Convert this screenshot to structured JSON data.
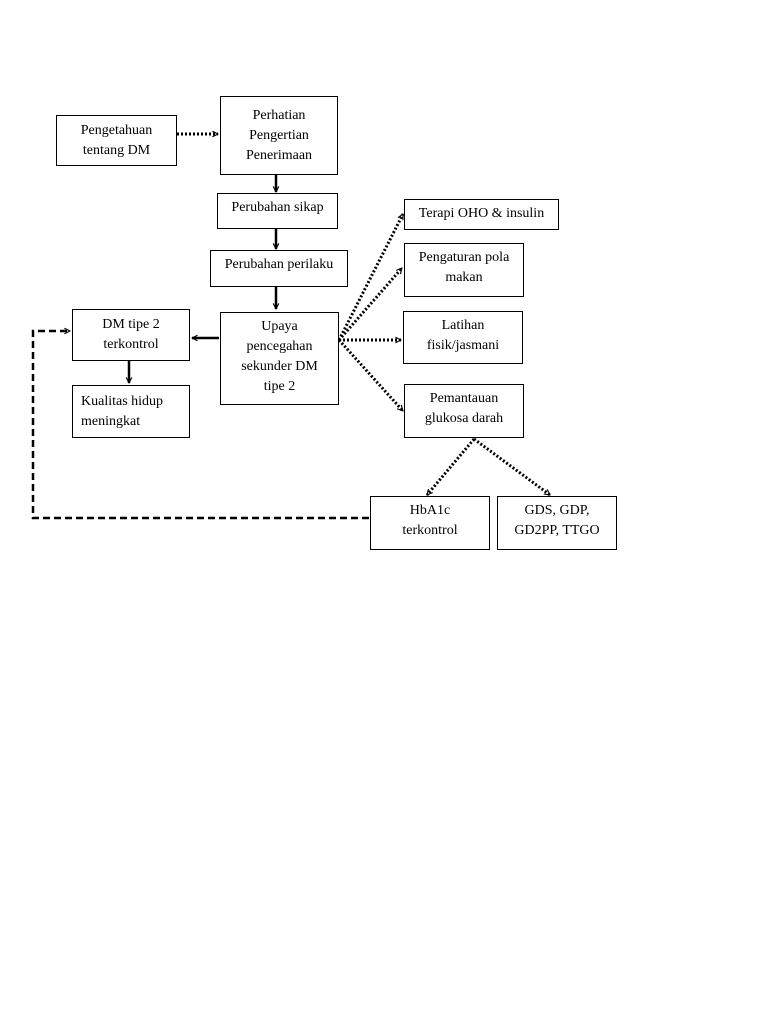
{
  "nodes": {
    "pengetahuan": [
      "Pengetahuan",
      "tentang DM"
    ],
    "perhatian": [
      "Perhatian",
      "Pengertian",
      "Penerimaan"
    ],
    "sikap": [
      "Perubahan sikap"
    ],
    "perilaku": [
      "Perubahan perilaku"
    ],
    "upaya": [
      "Upaya",
      "pencegahan",
      "sekunder DM",
      "tipe 2"
    ],
    "dm_terkontrol": [
      "DM tipe 2",
      "terkontrol"
    ],
    "kualitas": [
      "Kualitas hidup",
      "meningkat"
    ],
    "terapi": [
      "Terapi OHO & insulin"
    ],
    "pola_makan": [
      "Pengaturan pola",
      "makan"
    ],
    "latihan": [
      "Latihan",
      "fisik/jasmani"
    ],
    "pemantauan": [
      "Pemantauan",
      "glukosa darah"
    ],
    "hba1c": [
      "HbA1c",
      "terkontrol"
    ],
    "gds": [
      "GDS, GDP,",
      "GD2PP, TTGO"
    ]
  }
}
